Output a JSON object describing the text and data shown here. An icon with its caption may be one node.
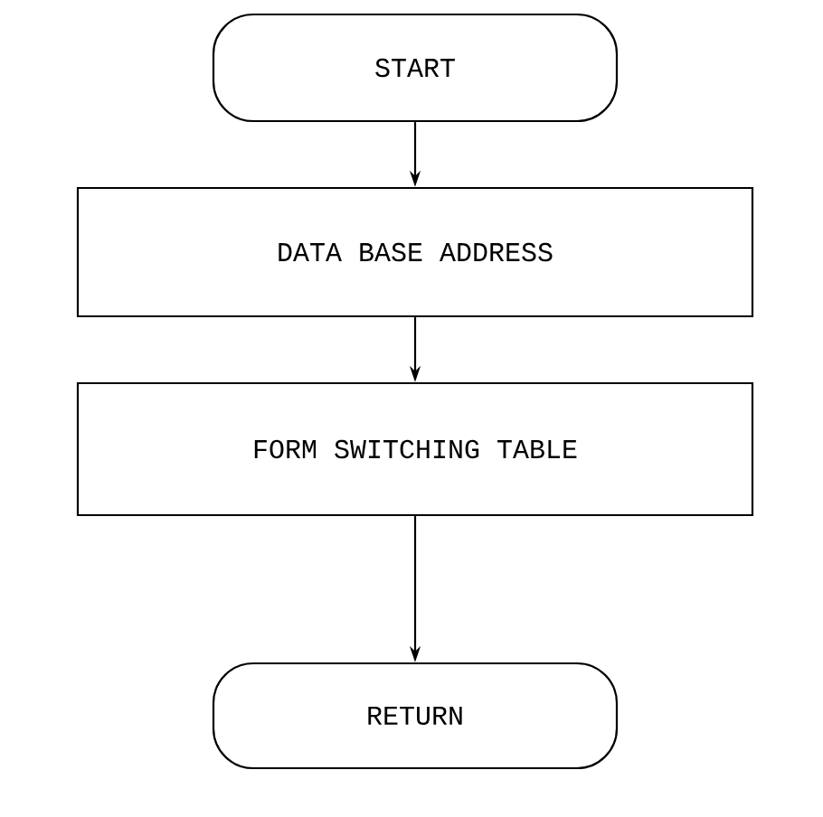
{
  "diagram": {
    "nodes": [
      {
        "text": [
          "START"
        ]
      },
      {
        "text": [
          "DATA BASE ADDRESS"
        ]
      },
      {
        "text": [
          "FORM SWITCHING TABLE"
        ]
      },
      {
        "text": [
          "RETURN"
        ]
      }
    ],
    "edges": [
      {
        "from": 0,
        "to": 1,
        "arrow": "to"
      },
      {
        "from": 1,
        "to": 2,
        "arrow": "to"
      },
      {
        "from": 2,
        "to": 3,
        "arrow": "to"
      }
    ]
  }
}
